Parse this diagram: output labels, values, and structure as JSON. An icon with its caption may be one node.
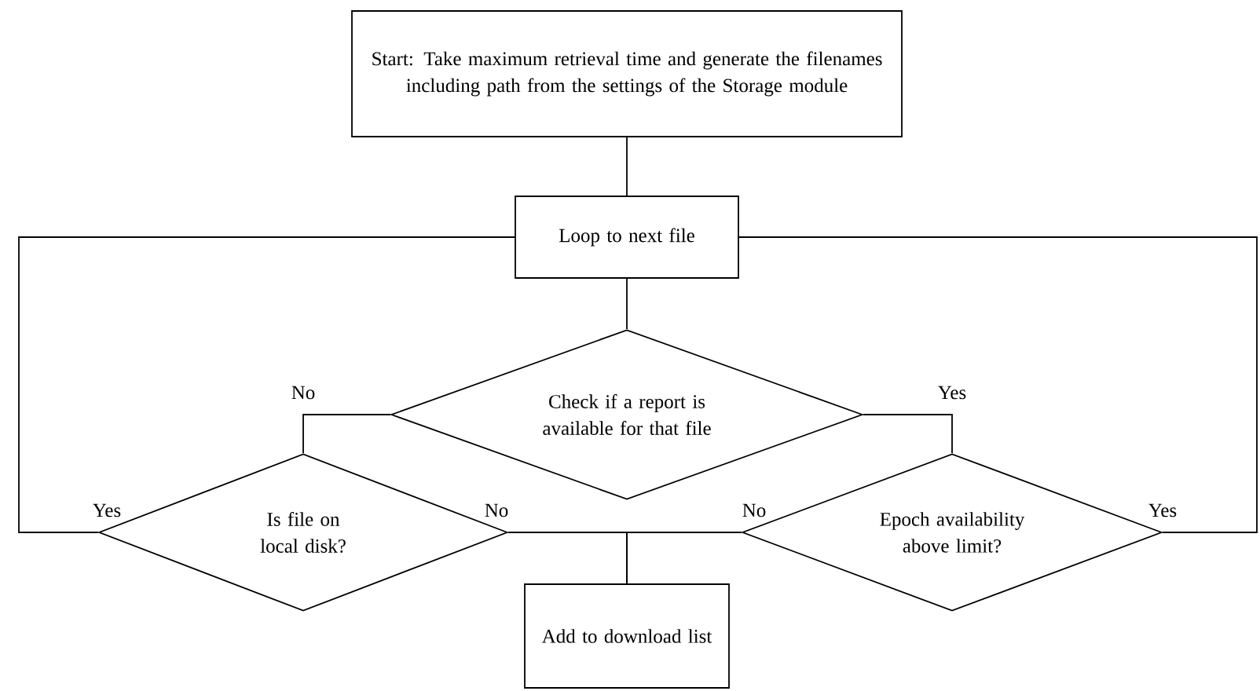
{
  "diagram": {
    "nodes": [
      {
        "text": [
          "Start: Take maximum retrieval time and generate the filenames including path from the settings of the Storage module"
        ]
      },
      {
        "text": [
          "Loop to next file"
        ]
      },
      {
        "text": [
          "Check if a report is available for that file"
        ]
      },
      {
        "text": [
          "Is file on local disk?"
        ]
      },
      {
        "text": [
          "Epoch availability above limit?"
        ]
      },
      {
        "text": [
          "Add to download list"
        ]
      }
    ],
    "edges": [
      {
        "from": 0,
        "to": 1,
        "arrow": "none"
      },
      {
        "from": 1,
        "to": 2,
        "arrow": "none"
      },
      {
        "from": 2,
        "to": 3,
        "arrow": "none",
        "label": "No"
      },
      {
        "from": 2,
        "to": 4,
        "arrow": "none",
        "label": "Yes"
      },
      {
        "from": 3,
        "to": 1,
        "arrow": "none",
        "label": "Yes"
      },
      {
        "from": 3,
        "to": 5,
        "arrow": "none",
        "label": "No"
      },
      {
        "from": 4,
        "to": 5,
        "arrow": "none",
        "label": "No"
      },
      {
        "from": 4,
        "to": 1,
        "arrow": "none",
        "label": "Yes"
      }
    ]
  }
}
